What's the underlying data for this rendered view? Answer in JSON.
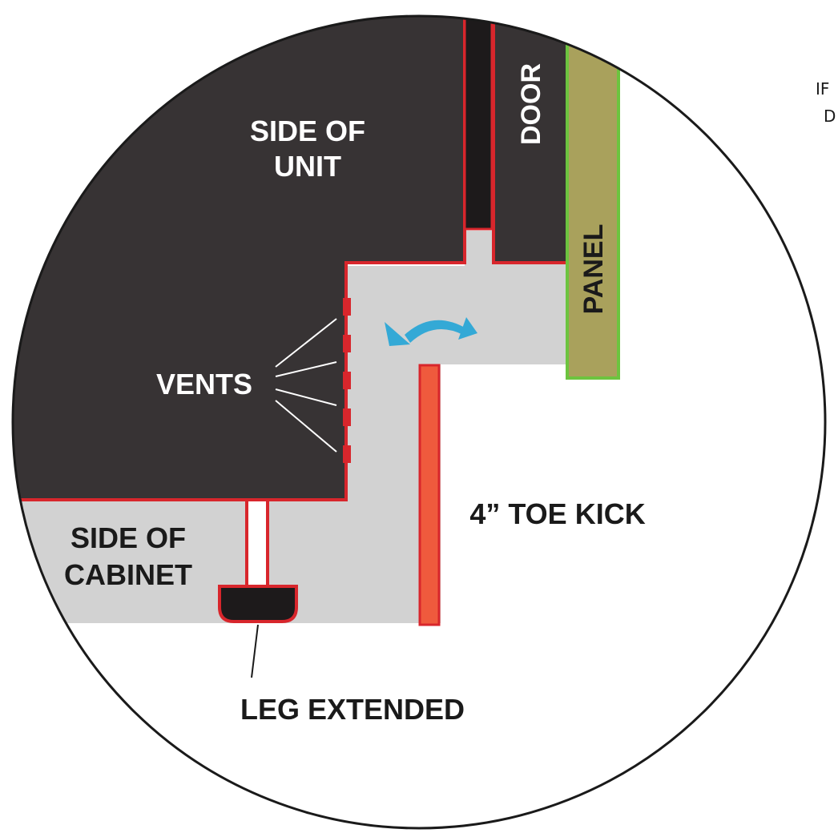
{
  "labels": {
    "side_of_unit_line1": "SIDE OF",
    "side_of_unit_line2": "UNIT",
    "door": "DOOR",
    "panel": "PANEL",
    "vents": "VENTS",
    "toe_kick": "4” TOE KICK",
    "side_of_cabinet_line1": "SIDE OF",
    "side_of_cabinet_line2": "CABINET",
    "leg_extended": "LEG EXTENDED",
    "edge_text_1": "IF",
    "edge_text_2": "D"
  },
  "icons": {
    "airflow": "curved-double-arrow-icon"
  },
  "colors": {
    "unit_dark": "#373334",
    "gap_black": "#1d1a1b",
    "cabinet_gray": "#d2d2d2",
    "outline_red": "#d8262c",
    "toe_kick": "#ef5a3d",
    "panel_fill": "#a9a15c",
    "panel_outline": "#6cc43f",
    "arrow_blue": "#34a9d6",
    "label_white": "#ffffff",
    "label_black": "#1a1a1a"
  }
}
